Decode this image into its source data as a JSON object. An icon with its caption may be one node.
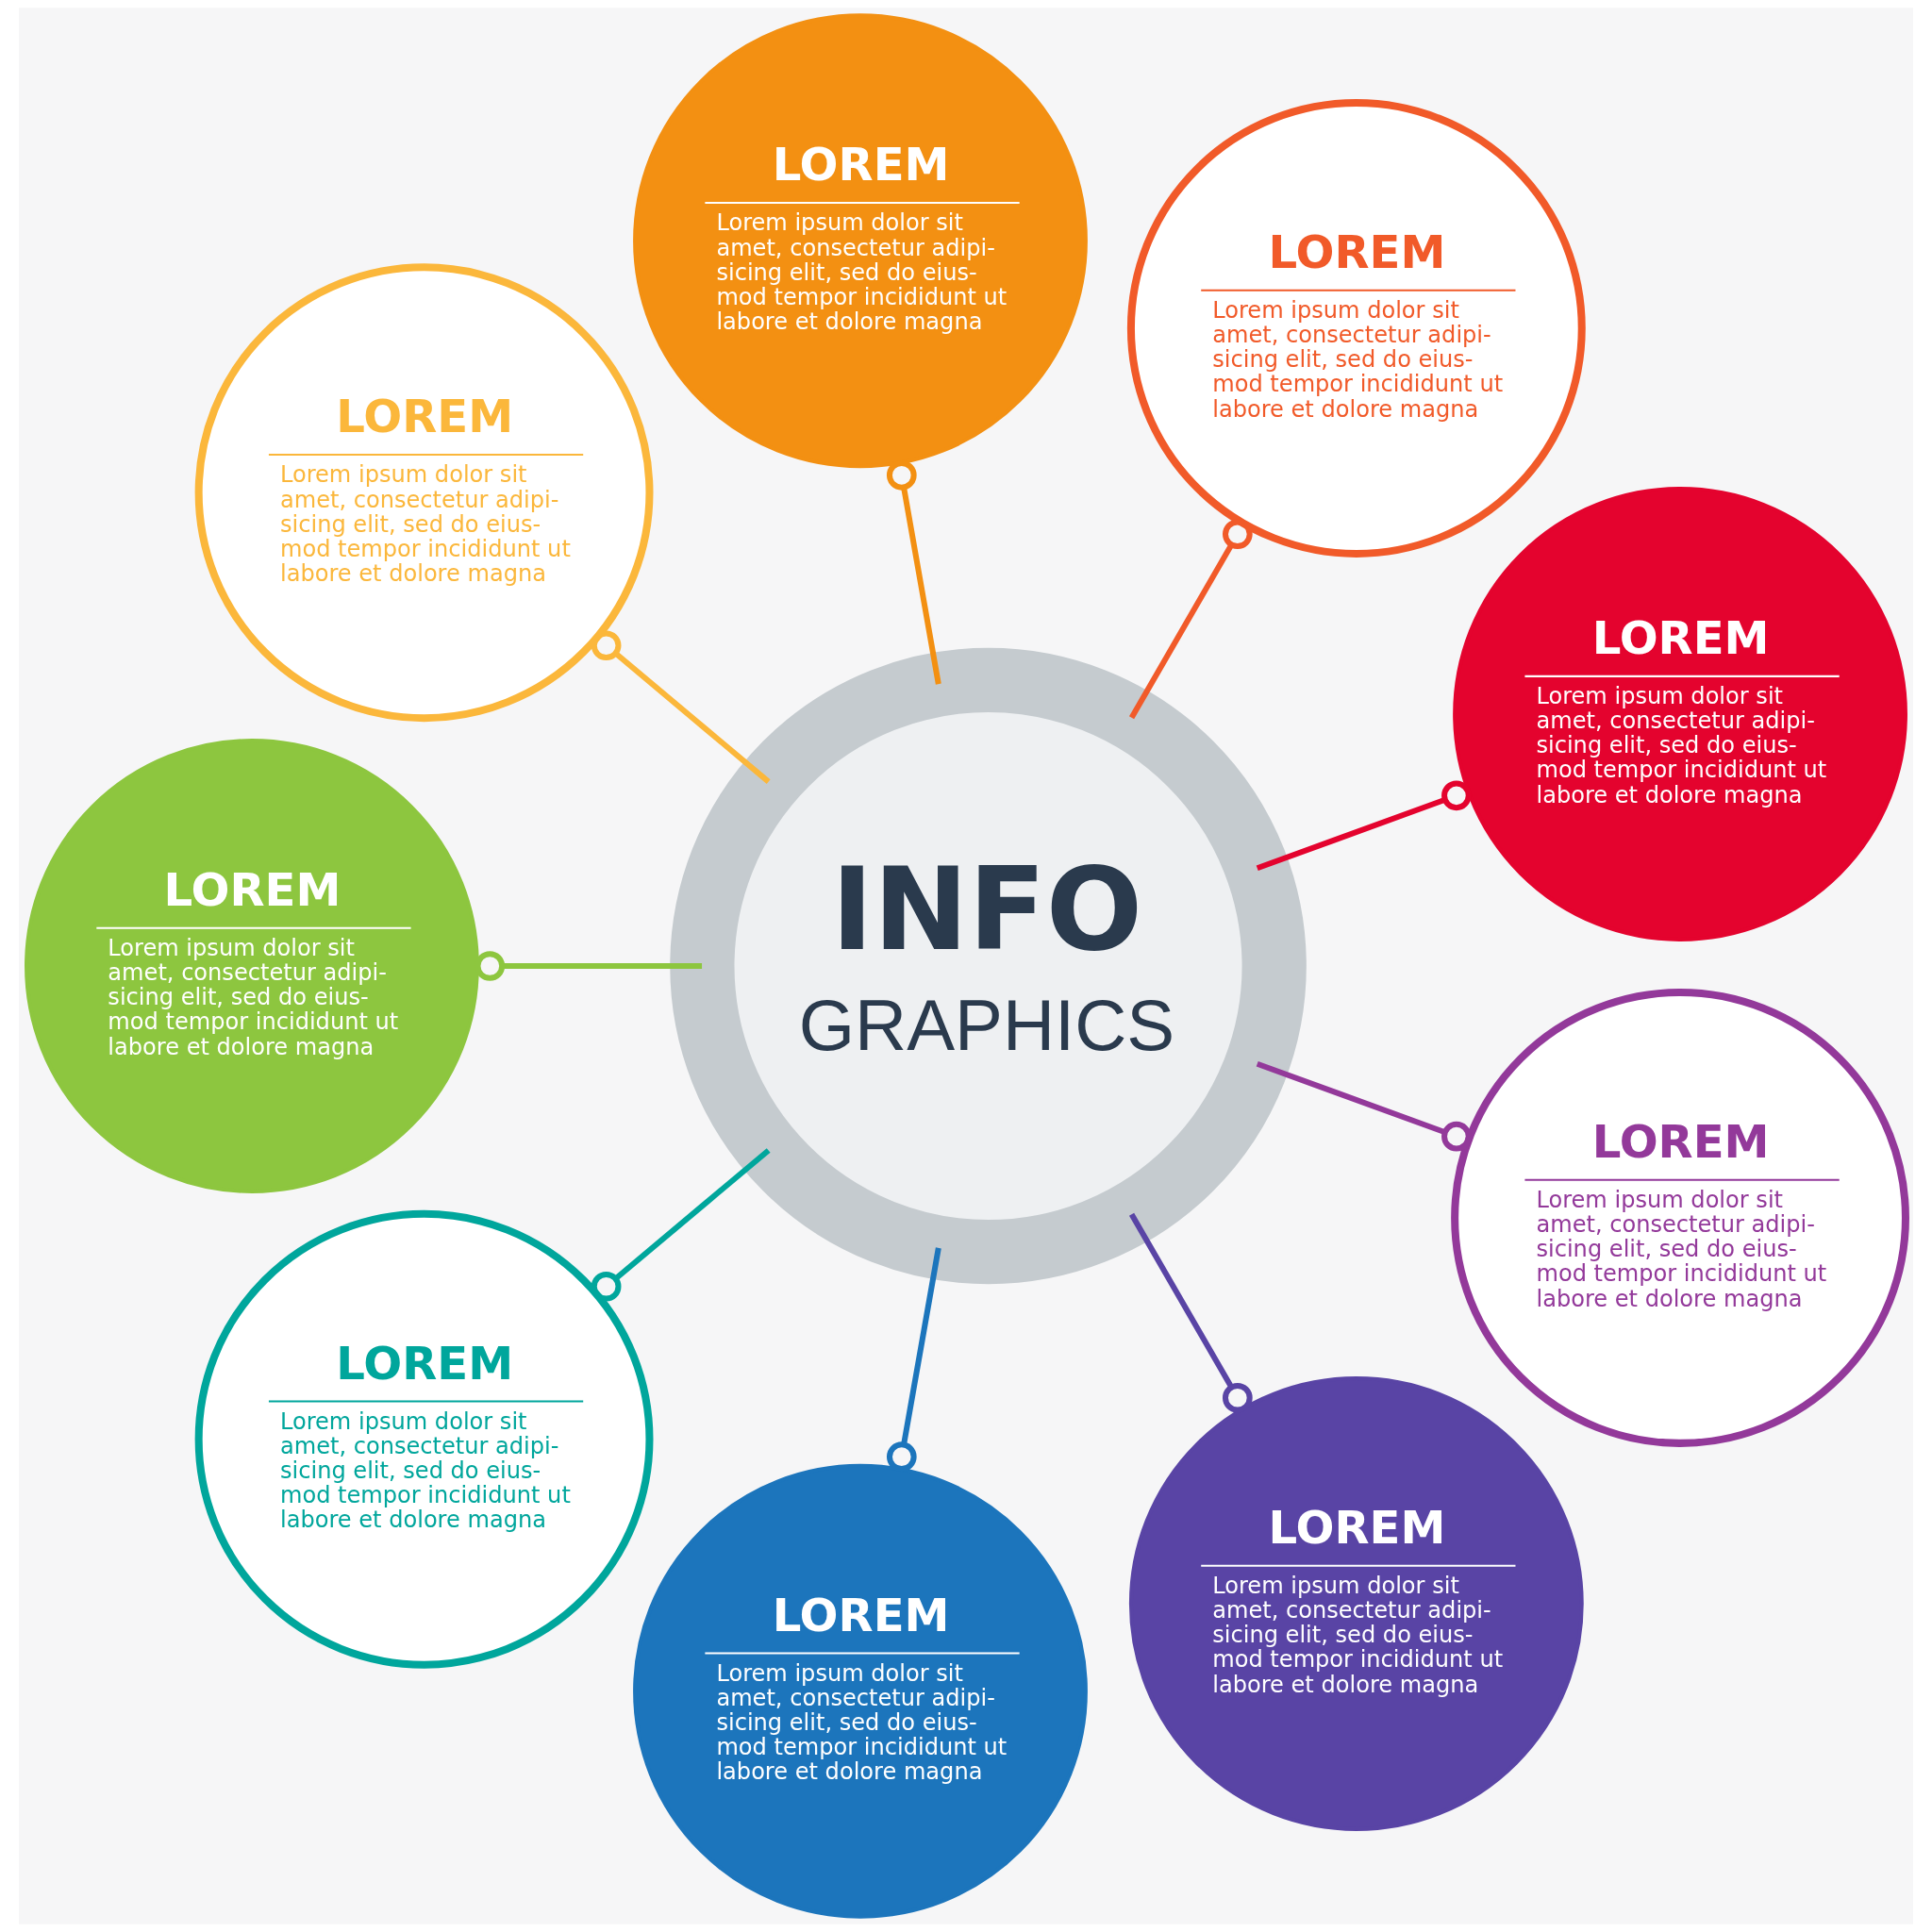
{
  "diagram": {
    "nodes": [
      {
        "text": [
          "INFO",
          "GRAPHICS"
        ]
      },
      {
        "text": [
          "LOREM",
          "Lorem ipsum dolor sit amet, consectetur adipi- sicing elit, sed do eius- mod tempor incididunt ut labore et dolore magna"
        ]
      },
      {
        "text": [
          "LOREM",
          "Lorem ipsum dolor sit amet, consectetur adipi- sicing elit, sed do eius- mod tempor incididunt ut labore et dolore magna"
        ]
      },
      {
        "text": [
          "LOREM",
          "Lorem ipsum dolor sit amet, consectetur adipi- sicing elit, sed do eius- mod tempor incididunt ut labore et dolore magna"
        ]
      },
      {
        "text": [
          "LOREM",
          "Lorem ipsum dolor sit amet, consectetur adipi- sicing elit, sed do eius- mod tempor incididunt ut labore et dolore magna"
        ]
      },
      {
        "text": [
          "LOREM",
          "Lorem ipsum dolor sit amet, consectetur adipi- sicing elit, sed do eius- mod tempor incididunt ut labore et dolore magna"
        ]
      },
      {
        "text": [
          "LOREM",
          "Lorem ipsum dolor sit amet, consectetur adipi- sicing elit, sed do eius- mod tempor incididunt ut labore et dolore magna"
        ]
      },
      {
        "text": [
          "LOREM",
          "Lorem ipsum dolor sit amet, consectetur adipi- sicing elit, sed do eius- mod tempor incididunt ut labore et dolore magna"
        ]
      },
      {
        "text": [
          "LOREM",
          "Lorem ipsum dolor sit amet, consectetur adipi- sicing elit, sed do eius- mod tempor incididunt ut labore et dolore magna"
        ]
      },
      {
        "text": [
          "LOREM",
          "Lorem ipsum dolor sit amet, consectetur adipi- sicing elit, sed do eius- mod tempor incididunt ut labore et dolore magna"
        ]
      }
    ],
    "edges": [
      {
        "from": 0,
        "to": 1,
        "arrow": "other",
        "color": "#f39012"
      },
      {
        "from": 0,
        "to": 2,
        "arrow": "other",
        "color": "#fbb73b"
      },
      {
        "from": 0,
        "to": 3,
        "arrow": "other",
        "color": "#f15a29"
      },
      {
        "from": 0,
        "to": 4,
        "arrow": "other",
        "color": "#8dc63f"
      },
      {
        "from": 0,
        "to": 5,
        "arrow": "other",
        "color": "#e4032e"
      },
      {
        "from": 0,
        "to": 6,
        "arrow": "other",
        "color": "#00a69c"
      },
      {
        "from": 0,
        "to": 7,
        "arrow": "other",
        "color": "#93399a"
      },
      {
        "from": 0,
        "to": 8,
        "arrow": "other",
        "color": "#1c75bc"
      },
      {
        "from": 0,
        "to": 9,
        "arrow": "other",
        "color": "#5944a5"
      }
    ]
  }
}
